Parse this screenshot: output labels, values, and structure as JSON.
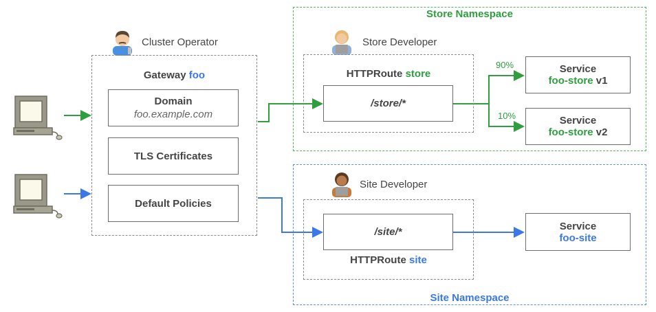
{
  "cluster_operator": {
    "label": "Cluster Operator",
    "gateway_prefix": "Gateway",
    "gateway_name": "foo",
    "domain_title": "Domain",
    "domain_value": "foo.example.com",
    "tls_label": "TLS Certificates",
    "policies_label": "Default Policies"
  },
  "store_namespace": {
    "title": "Store Namespace",
    "developer_label": "Store Developer",
    "route_prefix": "HTTPRoute",
    "route_name": "store",
    "path": "/store/*",
    "split_v1": "90%",
    "split_v2": "10%",
    "service_v1_title": "Service",
    "service_v1_name": "foo-store",
    "service_v1_version": "v1",
    "service_v2_title": "Service",
    "service_v2_name": "foo-store",
    "service_v2_version": "v2"
  },
  "site_namespace": {
    "title": "Site Namespace",
    "developer_label": "Site Developer",
    "route_prefix": "HTTPRoute",
    "route_name": "site",
    "path": "/site/*",
    "service_title": "Service",
    "service_name": "foo-site"
  },
  "colors": {
    "green": "#2e9e3e",
    "blue": "#3b78e7",
    "border": "#6b6b6b"
  },
  "icons": [
    "cluster-operator-avatar-icon",
    "store-developer-avatar-icon",
    "site-developer-avatar-icon",
    "computer-icon"
  ]
}
